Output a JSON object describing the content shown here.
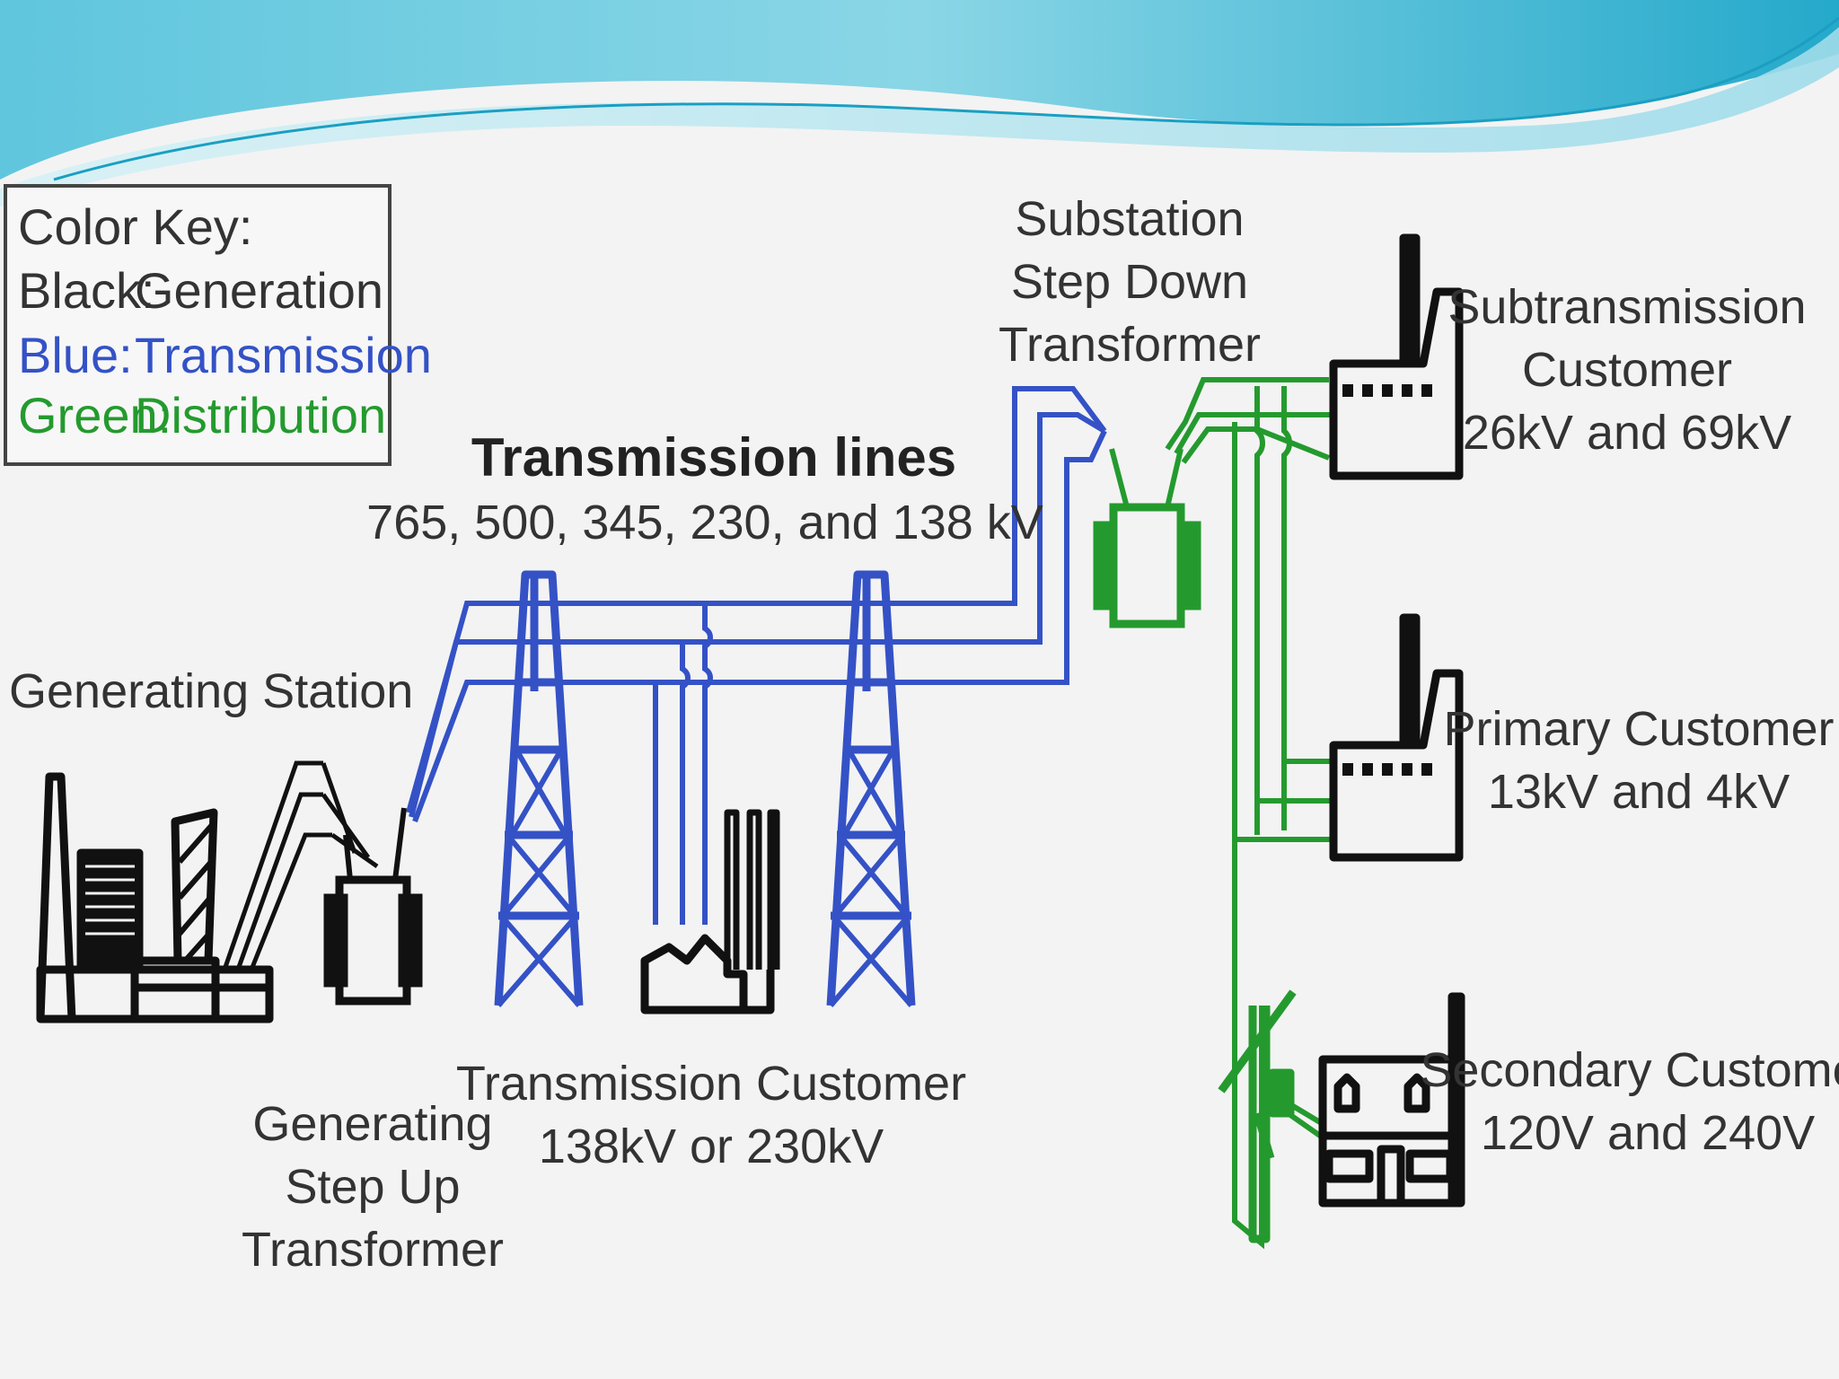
{
  "colors": {
    "generation": "#111111",
    "transmission": "#3452c6",
    "distribution": "#249a2e",
    "label": "#333333",
    "wave_dark": "#1aa3c6",
    "wave_light": "#b9e7f0"
  },
  "color_key": {
    "title": "Color Key:",
    "black_prefix": "Black:",
    "black_label": "Generation",
    "blue_prefix": "Blue:",
    "blue_label": "Transmission",
    "green_prefix": "Green:",
    "green_label": "Distribution"
  },
  "labels": {
    "generating_station": "Generating Station",
    "step_up": [
      "Generating",
      "Step Up",
      "Transformer"
    ],
    "transmission_lines_title": "Transmission lines",
    "transmission_lines_values": "765, 500, 345, 230, and 138 kV",
    "transmission_customer": [
      "Transmission Customer",
      "138kV or 230kV"
    ],
    "substation": [
      "Substation",
      "Step Down",
      "Transformer"
    ],
    "subtransmission_customer": [
      "Subtransmission",
      "Customer",
      "26kV and 69kV"
    ],
    "primary_customer": [
      "Primary Customer",
      "13kV and 4kV"
    ],
    "secondary_customer": [
      "Secondary Customer",
      "120V and 240V"
    ]
  },
  "icons": [
    "generating-station-icon",
    "step-up-transformer-icon",
    "transmission-tower-icon",
    "transmission-customer-factory-icon",
    "step-down-transformer-icon",
    "subtransmission-factory-icon",
    "primary-factory-icon",
    "distribution-pole-icon",
    "house-icon"
  ]
}
